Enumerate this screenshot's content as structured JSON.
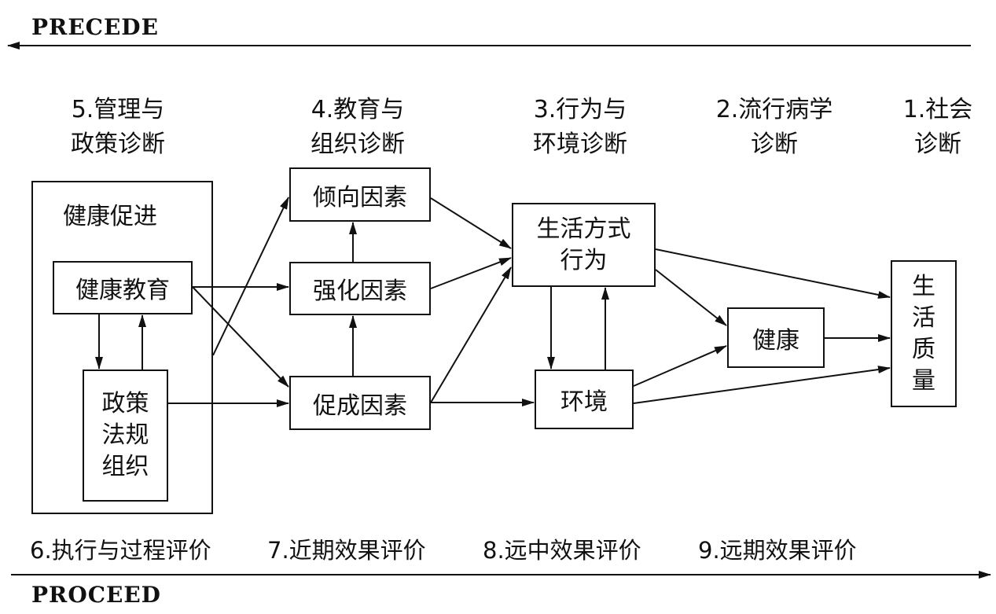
{
  "precede": "PRECEDE",
  "proceed": "PROCEED",
  "phases": [
    {
      "line1": "5.管理与",
      "line2": "政策诊断"
    },
    {
      "line1": "4.教育与",
      "line2": "组织诊断"
    },
    {
      "line1": "3.行为与",
      "line2": "环境诊断"
    },
    {
      "line1": "2.流行病学",
      "line2": "诊断"
    },
    {
      "line1": "1.社会",
      "line2": "诊断"
    }
  ],
  "nodes": {
    "health_promotion": "健康促进",
    "health_education": "健康教育",
    "policy": "政策\n法规\n组织",
    "predisposing": "倾向因素",
    "reinforcing": "强化因素",
    "enabling": "促成因素",
    "lifestyle": "生活方式\n行为",
    "environment": "环境",
    "health": "健康",
    "quality_of_life": "生\n活\n质\n量"
  },
  "evaluations": [
    "6.执行与过程评价",
    "7.近期效果评价",
    "8.远中效果评价",
    "9.远期效果评价"
  ]
}
